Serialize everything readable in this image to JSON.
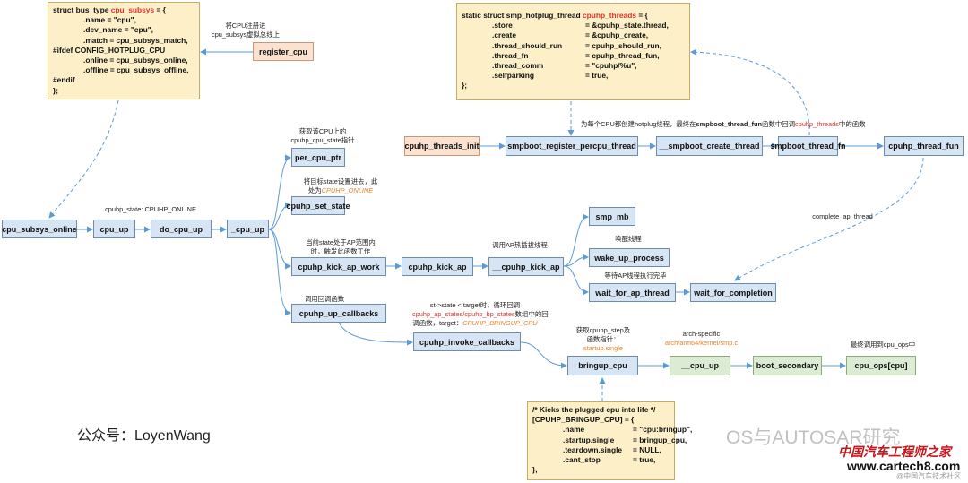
{
  "bus_type": {
    "header_pre": "struct bus_type ",
    "header_var": "cpu_subsys",
    "header_post": " = {",
    "lines": [
      ".name = \"cpu\",",
      ".dev_name = \"cpu\",",
      ".match = cpu_subsys_match,"
    ],
    "ifdef": "#ifdef CONFIG_HOTPLUG_CPU",
    "lines2": [
      ".online = cpu_subsys_online,",
      ".offline = cpu_subsys_offline,"
    ],
    "endif": "#endif",
    "close": "};"
  },
  "hotplug_thread": {
    "header_pre": "static struct smp_hotplug_thread ",
    "header_var": "cpuhp_threads",
    "header_post": " = {",
    "fields": [
      {
        "k": ".store",
        "v": "= &cpuhp_state.thread,"
      },
      {
        "k": ".create",
        "v": "= &cpuhp_create,"
      },
      {
        "k": ".thread_should_run",
        "v": "= cpuhp_should_run,"
      },
      {
        "k": ".thread_fn",
        "v": "= cpuhp_thread_fun,"
      },
      {
        "k": ".thread_comm",
        "v": "= \"cpuhp/%u\","
      },
      {
        "k": ".selfparking",
        "v": "= true,"
      }
    ],
    "close": "};"
  },
  "bringup_state": {
    "comment": "/* Kicks the plugged cpu into life */",
    "header": "[CPUHP_BRINGUP_CPU] = {",
    "fields": [
      {
        "k": ".name",
        "v": "= \"cpu:bringup\","
      },
      {
        "k": ".startup.single",
        "v": "= bringup_cpu,"
      },
      {
        "k": ".teardown.single",
        "v": "= NULL,"
      },
      {
        "k": ".cant_stop",
        "v": "= true,"
      }
    ],
    "close": "},"
  },
  "boxes": {
    "register_cpu": "register_cpu",
    "cpu_subsys_online": "cpu_subsys_online",
    "cpu_up": "cpu_up",
    "do_cpu_up": "do_cpu_up",
    "_cpu_up": "_cpu_up",
    "per_cpu_ptr": "per_cpu_ptr",
    "cpuhp_set_state": "cpuhp_set_state",
    "cpuhp_kick_ap_work": "cpuhp_kick_ap_work",
    "cpuhp_kick_ap": "cpuhp_kick_ap",
    "__cpuhp_kick_ap": "__cpuhp_kick_ap",
    "smp_mb": "smp_mb",
    "wake_up_process": "wake_up_process",
    "wait_for_ap_thread": "wait_for_ap_thread",
    "wait_for_completion": "wait_for_completion",
    "cpuhp_up_callbacks": "cpuhp_up_callbacks",
    "cpuhp_invoke_callbacks": "cpuhp_invoke_callbacks",
    "bringup_cpu": "bringup_cpu",
    "__cpu_up": "__cpu_up",
    "boot_secondary": "boot_secondary",
    "cpu_ops": "cpu_ops[cpu]",
    "cpuhp_threads_init": "cpuhp_threads_init",
    "smpboot_register_percpu_thread": "smpboot_register_percpu_thread",
    "__smpboot_create_thread": "__smpboot_create_thread",
    "smpboot_thread_fn": "smpboot_thread_fn",
    "cpuhp_thread_fun": "cpuhp_thread_fun"
  },
  "notes": {
    "register_1": "将CPU注册进",
    "register_2": "cpu_subsys虚拟总线上",
    "online_state": "cpuhp_state: CPUHP_ONLINE",
    "per_cpu_1": "获取该CPU上的",
    "per_cpu_2": "cpuhp_cpu_state指针",
    "set_state_1": "将目标state设置进去，此",
    "set_state_2": "处为",
    "set_state_var": "CPUHP_ONLINE",
    "kick_ap_work_1": "当前state处于AP范围内",
    "kick_ap_work_2": "时，触发此函数工作",
    "kick_ap": "调用AP热插拔线程",
    "wake_up": "唤醒线程",
    "wait_ap": "等待AP线程执行完毕",
    "up_callbacks": "调用回调函数",
    "invoke_1": "st->state < target时，循环回调",
    "invoke_2_red": "cpuhp_ap_states/cpuhp_bp_states",
    "invoke_2_post": "数组中的回",
    "invoke_3": "调函数，target：",
    "invoke_3_var": "CPUHP_BRINGUP_CPU",
    "bringup_1": "获取cpuhp_step及",
    "bringup_2": "函数指针：",
    "bringup_3": "startup.single",
    "arch_1": "arch-specific",
    "arch_2": "arch/arm64/kernel/smp.c",
    "final": "最终调用到cpu_ops中",
    "complete": "complete_ap_thread",
    "thread_create_pre": "为每个CPU都创建hotplug线程，最终在",
    "thread_create_bold": "smpboot_thread_fun",
    "thread_create_mid": "函数中回调",
    "thread_create_red": "cpuhp_threads",
    "thread_create_post": "中的函数"
  },
  "watermarks": {
    "author": "公众号：LoyenWang",
    "os": "OS与AUTOSAR研究",
    "cn": "中国汽车工程师之家",
    "url": "www.cartech8.com",
    "small": "@中国汽车技术社区"
  },
  "colors": {
    "box_blue": "#d6e4f3",
    "box_green": "#dcebd4",
    "box_orange": "#fbe1cf",
    "code_bg": "#fdf0c8",
    "highlight_red": "#e0312c",
    "highlight_orange": "#e8822a",
    "arrow": "#5b9bd5"
  }
}
